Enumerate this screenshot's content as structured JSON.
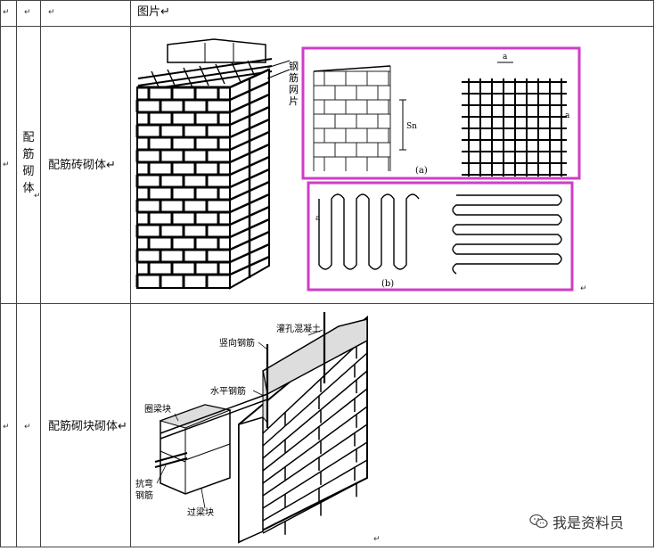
{
  "table": {
    "header": {
      "col1_mark": "↵",
      "col2_mark": "↵",
      "col3_mark": "↵",
      "picture_label": "图片↵"
    },
    "rows": [
      {
        "col1_mark": "↵",
        "category": [
          "配",
          "筋",
          "砌",
          "体"
        ],
        "category_mark": "↵",
        "name": "配筋砖砌体↵",
        "pic_end_mark": "↵",
        "figure": {
          "mesh_label_chars": [
            "钢",
            "筋",
            "网",
            "片"
          ],
          "a_caption": "(a)",
          "b_caption": "(b)",
          "sn_label": "Sn",
          "a_label": "a",
          "a2_label": "a",
          "b_label": "a"
        }
      },
      {
        "col1_mark": "↵",
        "category_mark": "↵",
        "name": "配筋砌块砌体↵",
        "pic_end_mark": "↵",
        "figure": {
          "grout_label": "灌孔混凝土",
          "vertical_bar_label": "竖向钢筋",
          "horizontal_bar_label": "水平钢筋",
          "ring_beam_label": "圈梁块",
          "anti_bend_label_1": "抗弯",
          "anti_bend_label_2": "钢筋",
          "lintel_label": "过梁块"
        }
      }
    ]
  },
  "watermark": {
    "icon": "wechat-icon",
    "text": "我是资料员"
  }
}
